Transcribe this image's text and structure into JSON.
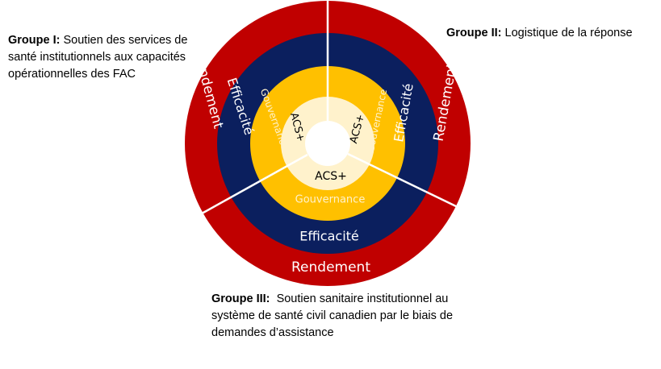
{
  "groups": [
    {
      "title": "Groupe I:",
      "text": "Soutien des services de santé institutionnels aux capacités opérationnelles des FAC"
    },
    {
      "title": "Groupe II:",
      "text": "Logistique de la réponse"
    },
    {
      "title": "Groupe III:",
      "text": "Soutien sanitaire institutionnel au système de santé civil canadien par le biais de demandes d’assistance"
    }
  ],
  "rings": {
    "outer": "Rendement",
    "second": "Efficacité",
    "third": "Gouvernance",
    "inner": "ACS+"
  },
  "colors": {
    "outer": "#C00000",
    "second": "#0B1F5E",
    "third": "#FFC000",
    "inner": "#FFF2CC",
    "third_text": "#FFF2CC"
  }
}
